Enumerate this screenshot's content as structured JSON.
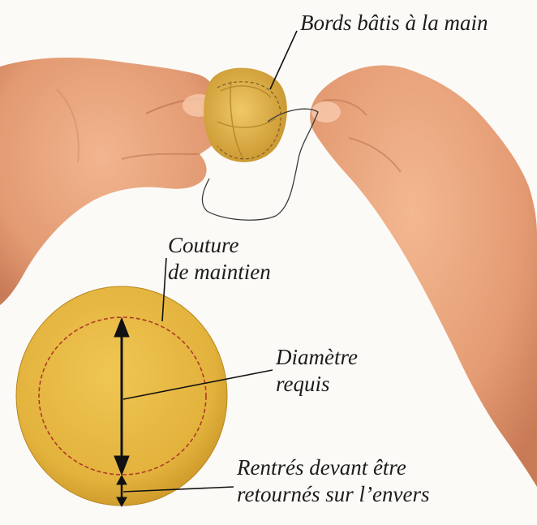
{
  "colors": {
    "background": "#fbfaf7",
    "skin": "#e8a07a",
    "fabric": "#e3b640",
    "stitch": "#b0392a",
    "ink": "#111111"
  },
  "labels": {
    "hand_basted_edges": "Bords bâtis à la main",
    "holding_stitch_line1": "Couture",
    "holding_stitch_line2": "de maintien",
    "required_diameter_line1": "Diamètre",
    "required_diameter_line2": "requis",
    "seam_allowance_line1": "Rentrés devant être",
    "seam_allowance_line2": "retournés sur l’envers"
  }
}
